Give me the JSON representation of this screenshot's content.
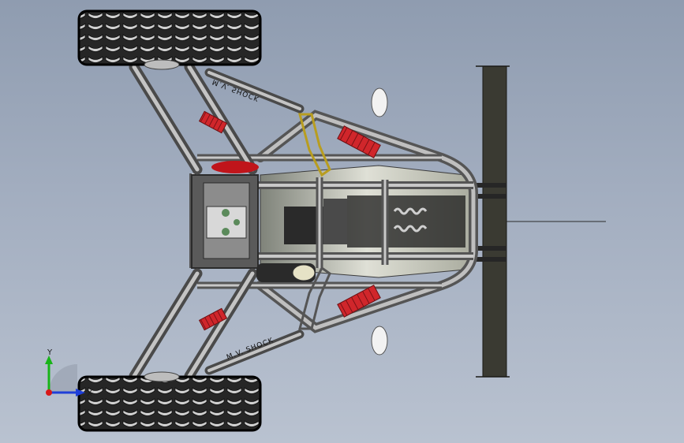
{
  "viewport": {
    "background_top": "#8f9cb0",
    "background_bottom": "#b9c2d0"
  },
  "model": {
    "shock_label_upper": "M.V. SHOCK",
    "shock_label_lower": "M.V. SHOCK",
    "frame_color": "#7d7d7d",
    "spring_color": "#d0262b",
    "tire_color": "#2a2a2a",
    "bumper_color": "#3a3a32"
  },
  "triad": {
    "x_label": "X",
    "y_label": "Y",
    "x_color": "#1f3fd8",
    "y_color": "#18b418",
    "z_color": "#d81818"
  }
}
